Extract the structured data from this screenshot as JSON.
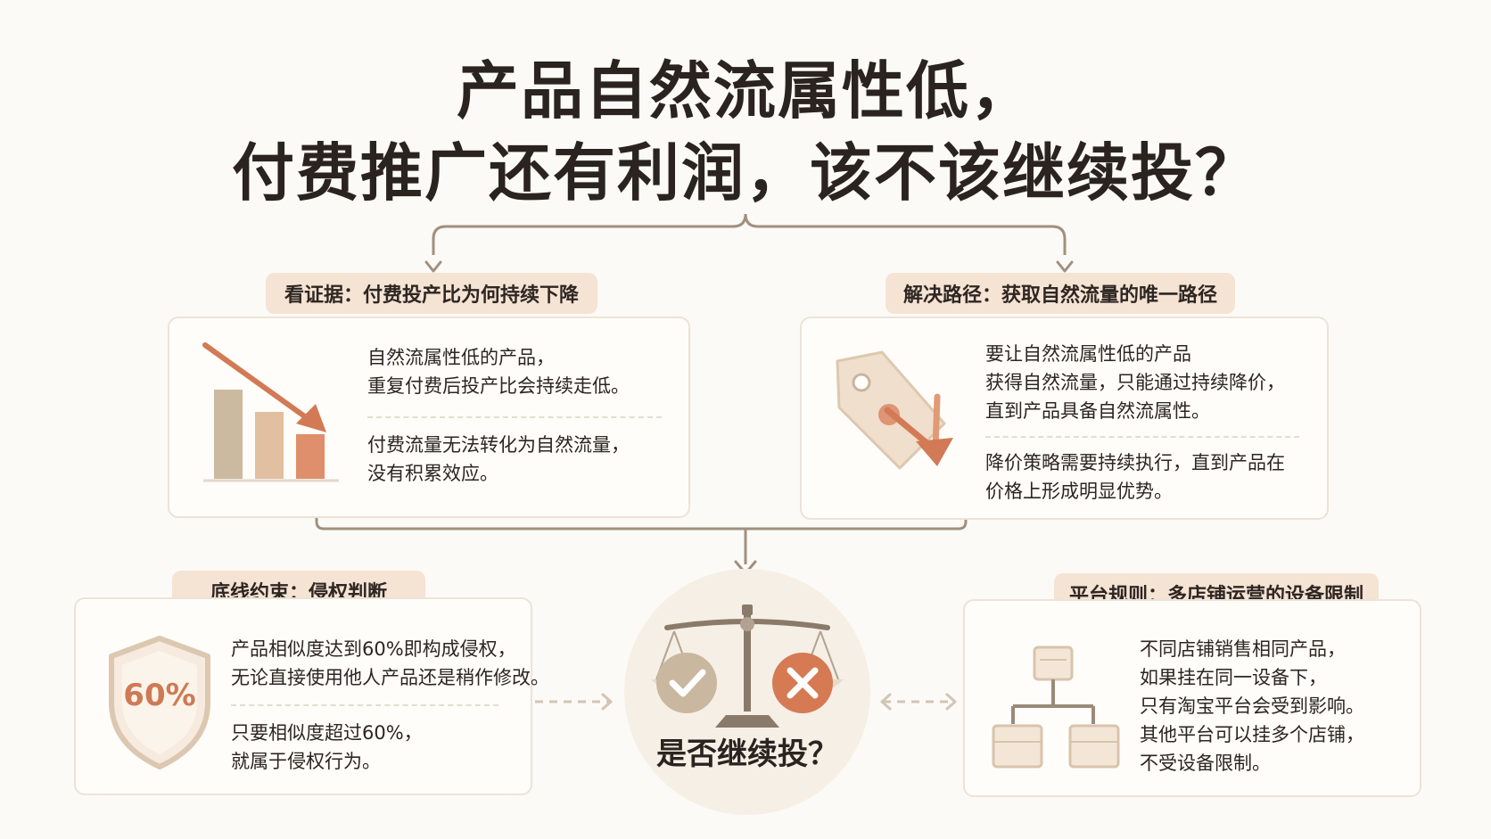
{
  "title": {
    "line1": "产品自然流属性低，",
    "line2": "付费推广还有利润，该不该继续投？"
  },
  "evidence": {
    "heading": "看证据：付费投产比为何持续下降",
    "p1_line1": "自然流属性低的产品，",
    "p1_line2": "重复付费后投产比会持续走低。",
    "p2_line1": "付费流量无法转化为自然流量，",
    "p2_line2": "没有积累效应。"
  },
  "solution": {
    "heading": "解决路径：获取自然流量的唯一路径",
    "p1_line1": "要让自然流属性低的产品",
    "p1_line2": "获得自然流量，只能通过持续降价，",
    "p1_line3": "直到产品具备自然流属性。",
    "p2_line1": "降价策略需要持续执行，直到产品在",
    "p2_line2": "价格上形成明显优势。"
  },
  "bottom_line": {
    "heading": "底线约束：侵权判断",
    "badge": "60%",
    "p1_line1": "产品相似度达到60%即构成侵权，",
    "p1_line2": "无论直接使用他人产品还是稍作修改。",
    "p2_line1": "只要相似度超过60%，",
    "p2_line2": "就属于侵权行为。"
  },
  "platform": {
    "heading": "平台规则：多店铺运营的设备限制",
    "line1": "不同店铺销售相同产品，",
    "line2": "如果挂在同一设备下，",
    "line3": "只有淘宝平台会受到影响。",
    "line4": "其他平台可以挂多个店铺，",
    "line5": "不受设备限制。"
  },
  "decision": {
    "label": "是否继续投？"
  },
  "icons": {
    "declining_bars": "declining-bar-chart-icon",
    "price_tag": "price-tag-down-icon",
    "shield": "shield-icon",
    "scale": "balance-scale-icon",
    "check": "check-icon",
    "cross": "cross-icon",
    "device_tree": "device-hierarchy-icon"
  },
  "colors": {
    "background": "#fcfaf6",
    "pill": "#f5e3d4",
    "accent": "#d9835e",
    "connector": "#9c8c7c",
    "card_border": "#ece3d8"
  }
}
